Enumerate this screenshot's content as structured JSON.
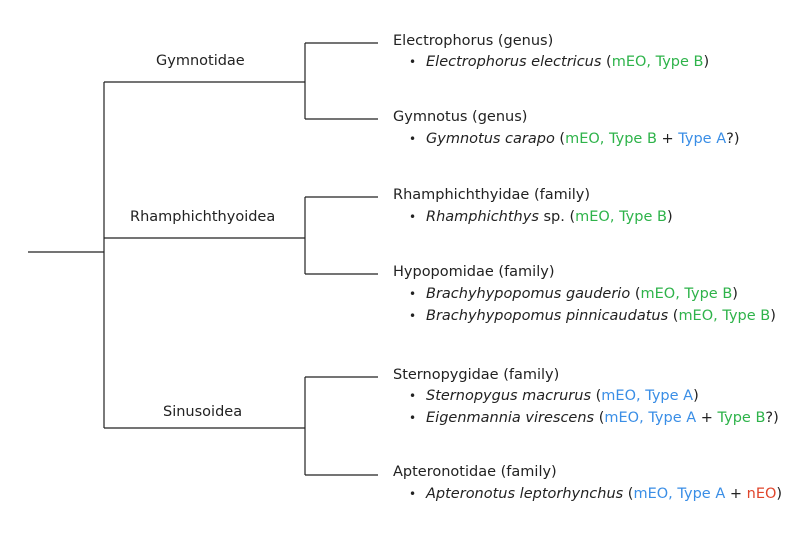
{
  "colors": {
    "line": "#222222",
    "type_b_green": "#2eb34a",
    "type_a_blue": "#3a8ee6",
    "neo_red": "#e0452b"
  },
  "clades": {
    "gymnotidae": "Gymnotidae",
    "rhamphichthyoidea": "Rhamphichthyoidea",
    "sinusoidea": "Sinusoidea"
  },
  "taxa": [
    {
      "title": "Electrophorus (genus)",
      "species": [
        {
          "bullet": "•",
          "name": "Electrophorus electricus",
          "suffix": "",
          "open": " (",
          "eo": "mEO, ",
          "t1": "Type B",
          "plus": "",
          "t2": "",
          "close": ")"
        }
      ]
    },
    {
      "title": "Gymnotus (genus)",
      "species": [
        {
          "bullet": "•",
          "name": "Gymnotus carapo",
          "suffix": "",
          "open": " (",
          "eo": "mEO, ",
          "t1": "Type B",
          "plus": " + ",
          "t2": "Type A",
          "close": "?)"
        }
      ]
    },
    {
      "title": "Rhamphichthyidae (family)",
      "species": [
        {
          "bullet": "•",
          "name": "Rhamphichthys",
          "suffix": " sp.",
          "open": " (",
          "eo": "mEO, ",
          "t1": "Type B",
          "plus": "",
          "t2": "",
          "close": ")"
        }
      ]
    },
    {
      "title": "Hypopomidae (family)",
      "species": [
        {
          "bullet": "•",
          "name": "Brachyhypopomus gauderio",
          "suffix": "",
          "open": " (",
          "eo": "mEO, ",
          "t1": "Type B",
          "plus": "",
          "t2": "",
          "close": ")"
        },
        {
          "bullet": "•",
          "name": "Brachyhypopomus pinnicaudatus",
          "suffix": "",
          "open": " (",
          "eo": "mEO, ",
          "t1": "Type B",
          "plus": "",
          "t2": "",
          "close": ")"
        }
      ]
    },
    {
      "title": "Sternopygidae (family)",
      "species": [
        {
          "bullet": "•",
          "name": "Sternopygus macrurus",
          "suffix": "",
          "open": " (",
          "eo": "mEO, ",
          "t1": "Type A",
          "plus": "",
          "t2": "",
          "close": ")"
        },
        {
          "bullet": "•",
          "name": "Eigenmannia virescens",
          "suffix": "",
          "open": " (",
          "eo": "mEO, ",
          "t1": "Type A",
          "plus": " + ",
          "t2": "Type B",
          "close": "?)"
        }
      ]
    },
    {
      "title": "Apteronotidae (family)",
      "species": [
        {
          "bullet": "•",
          "name": "Apteronotus leptorhynchus",
          "suffix": "",
          "open": " (",
          "eo": "mEO, ",
          "t1": "Type A",
          "plus": " + ",
          "t2": "nEO",
          "close": ")"
        }
      ]
    }
  ]
}
